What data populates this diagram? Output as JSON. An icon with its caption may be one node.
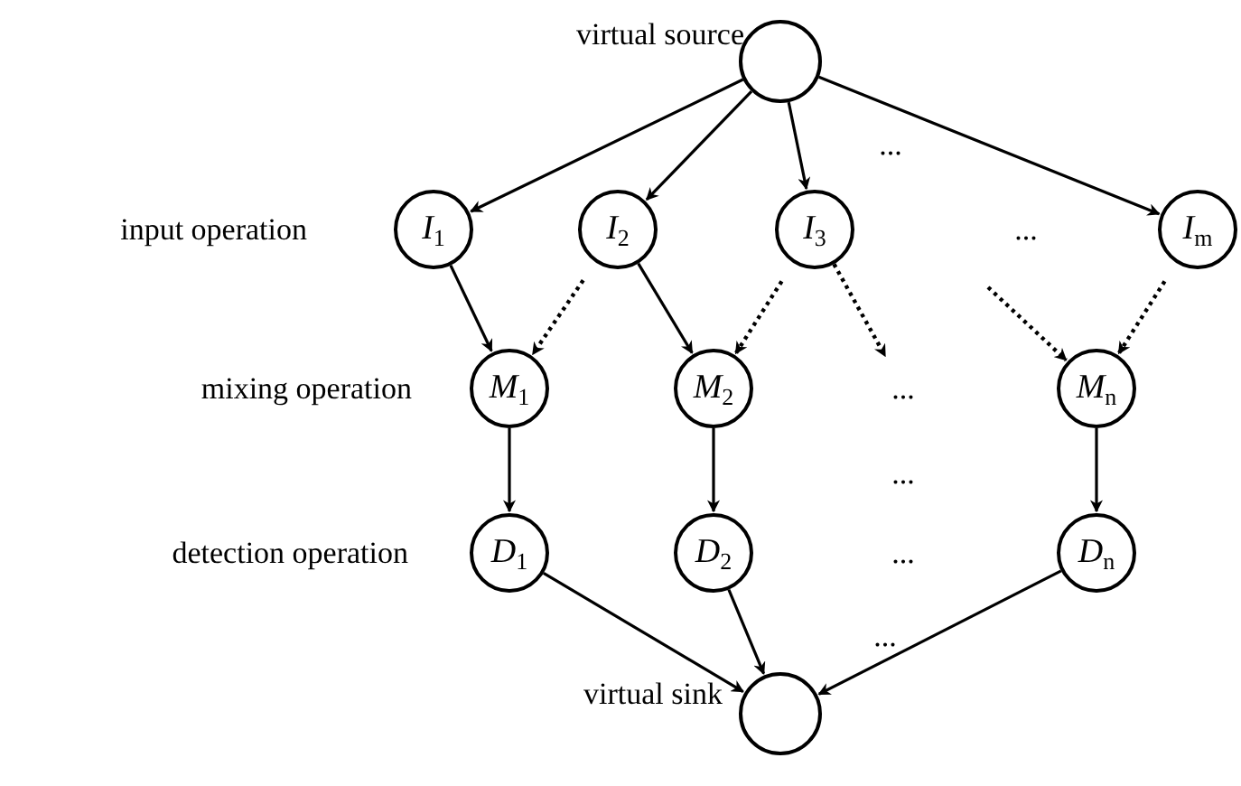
{
  "diagram": {
    "nodes": [
      {
        "text": [],
        "shape": "circle",
        "beside": [
          "virtual source"
        ]
      },
      {
        "text": [
          "*I*$_{1}$"
        ]
      },
      {
        "text": [
          "*I*$_{2}$"
        ]
      },
      {
        "text": [
          "*I*$_{3}$"
        ]
      },
      {
        "text": [
          "*I*$_{m}$"
        ]
      },
      {
        "text": [
          "*M*$_{1}$"
        ]
      },
      {
        "text": [
          "*M*$_{2}$"
        ]
      },
      {
        "text": [
          "*M*$_{n}$"
        ]
      },
      {
        "text": [
          "*D*$_{1}$"
        ]
      },
      {
        "text": [
          "*D*$_{2}$"
        ]
      },
      {
        "text": [
          "*D*$_{n}$"
        ]
      },
      {
        "text": [],
        "shape": "circle",
        "beside": [
          "virtual sink"
        ]
      }
    ],
    "edges": [
      {
        "from": 0,
        "to": 1,
        "arrow": "to"
      },
      {
        "from": 0,
        "to": 2,
        "arrow": "to"
      },
      {
        "from": 0,
        "to": 3,
        "arrow": "to"
      },
      {
        "from": 0,
        "to": 4,
        "arrow": "to"
      },
      {
        "from": 1,
        "to": 5,
        "arrow": "to"
      },
      {
        "from": 2,
        "to": 5,
        "arrow": "to",
        "style": "dashed"
      },
      {
        "from": 2,
        "to": 6,
        "arrow": "to"
      },
      {
        "from": 3,
        "to": 6,
        "arrow": "to",
        "style": "dashed"
      },
      {
        "from": 3,
        "to": null,
        "arrow": "to",
        "style": "dashed"
      },
      {
        "from": null,
        "to": 7,
        "arrow": "to",
        "style": "dashed"
      },
      {
        "from": 4,
        "to": 7,
        "arrow": "to",
        "style": "dashed"
      },
      {
        "from": 5,
        "to": 8,
        "arrow": "to"
      },
      {
        "from": 6,
        "to": 9,
        "arrow": "to"
      },
      {
        "from": 7,
        "to": 10,
        "arrow": "to"
      },
      {
        "from": 8,
        "to": 11,
        "arrow": "to"
      },
      {
        "from": 9,
        "to": 11,
        "arrow": "to"
      },
      {
        "from": 10,
        "to": 11,
        "arrow": "to"
      }
    ],
    "labels": [
      "...",
      "input operation",
      "...",
      "mixing operation",
      "...",
      "...",
      "detection operation",
      "...",
      "..."
    ]
  }
}
